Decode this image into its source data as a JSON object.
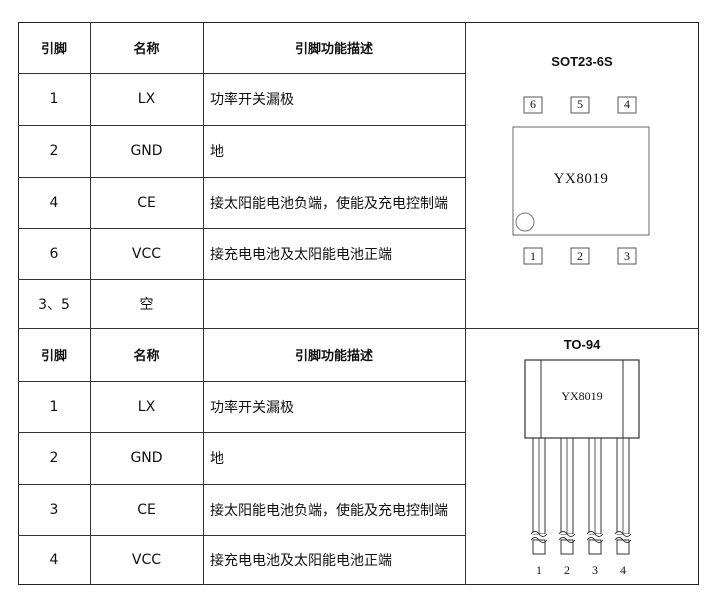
{
  "table1": {
    "headers": [
      "引脚",
      "名称",
      "引脚功能描述"
    ],
    "rows": [
      {
        "pin": "1",
        "name": "LX",
        "desc": "功率开关漏极"
      },
      {
        "pin": "2",
        "name": "GND",
        "desc": "地"
      },
      {
        "pin": "4",
        "name": "CE",
        "desc": "接太阳能电池负端，使能及充电控制端"
      },
      {
        "pin": "6",
        "name": "VCC",
        "desc": "接充电电池及太阳能电池正端"
      },
      {
        "pin": "3、5",
        "name": "空",
        "desc": ""
      }
    ]
  },
  "table2": {
    "headers": [
      "引脚",
      "名称",
      "引脚功能描述"
    ],
    "rows": [
      {
        "pin": "1",
        "name": "LX",
        "desc": "功率开关漏极"
      },
      {
        "pin": "2",
        "name": "GND",
        "desc": "地"
      },
      {
        "pin": "3",
        "name": "CE",
        "desc": "接太阳能电池负端，使能及充电控制端"
      },
      {
        "pin": "4",
        "name": "VCC",
        "desc": "接充电电池及太阳能电池正端"
      }
    ]
  },
  "sot": {
    "title": "SOT23-6S",
    "chip_label": "YX8019",
    "top_pins": [
      "6",
      "5",
      "4"
    ],
    "bottom_pins": [
      "1",
      "2",
      "3"
    ]
  },
  "to94": {
    "title": "TO-94",
    "chip_label": "YX8019",
    "pins": [
      "1",
      "2",
      "3",
      "4"
    ]
  }
}
